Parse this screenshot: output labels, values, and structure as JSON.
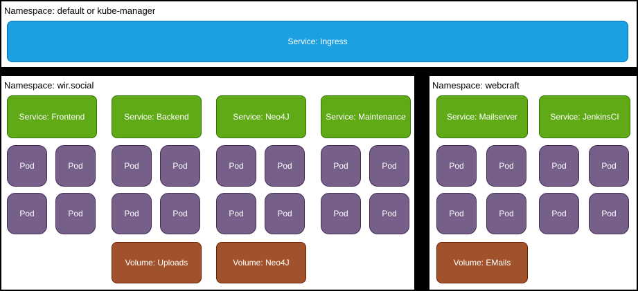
{
  "colors": {
    "background": "#000000",
    "panel_bg": "#ffffff",
    "label_text": "#000000",
    "box_text": "#ffffff",
    "ingress_fill": "#1ba1e2",
    "ingress_border": "#006eaf",
    "service_fill": "#60a917",
    "service_border": "#2d7600",
    "pod_fill": "#76608a",
    "pod_border": "#432d57",
    "volume_fill": "#a0522d",
    "volume_border": "#6d1f00"
  },
  "panels": {
    "top": {
      "label": "Namespace: default or kube-manager",
      "service": "Service: Ingress"
    },
    "left": {
      "label": "Namespace: wir.social",
      "groups": [
        {
          "service": "Service: Frontend",
          "pods": [
            "Pod",
            "Pod",
            "Pod",
            "Pod"
          ],
          "volume": null
        },
        {
          "service": "Service: Backend",
          "pods": [
            "Pod",
            "Pod",
            "Pod",
            "Pod"
          ],
          "volume": "Volume: Uploads"
        },
        {
          "service": "Service: Neo4J",
          "pods": [
            "Pod",
            "Pod",
            "Pod",
            "Pod"
          ],
          "volume": "Volume: Neo4J"
        },
        {
          "service": "Service: Maintenance",
          "pods": [
            "Pod",
            "Pod",
            "Pod",
            "Pod"
          ],
          "volume": null
        }
      ]
    },
    "right": {
      "label": "Namespace: webcraft",
      "groups": [
        {
          "service": "Service: Mailserver",
          "pods": [
            "Pod",
            "Pod",
            "Pod",
            "Pod"
          ],
          "volume": "Volume: EMails"
        },
        {
          "service": "Service: JenkinsCI",
          "pods": [
            "Pod",
            "Pod",
            "Pod",
            "Pod"
          ],
          "volume": null
        }
      ]
    }
  }
}
